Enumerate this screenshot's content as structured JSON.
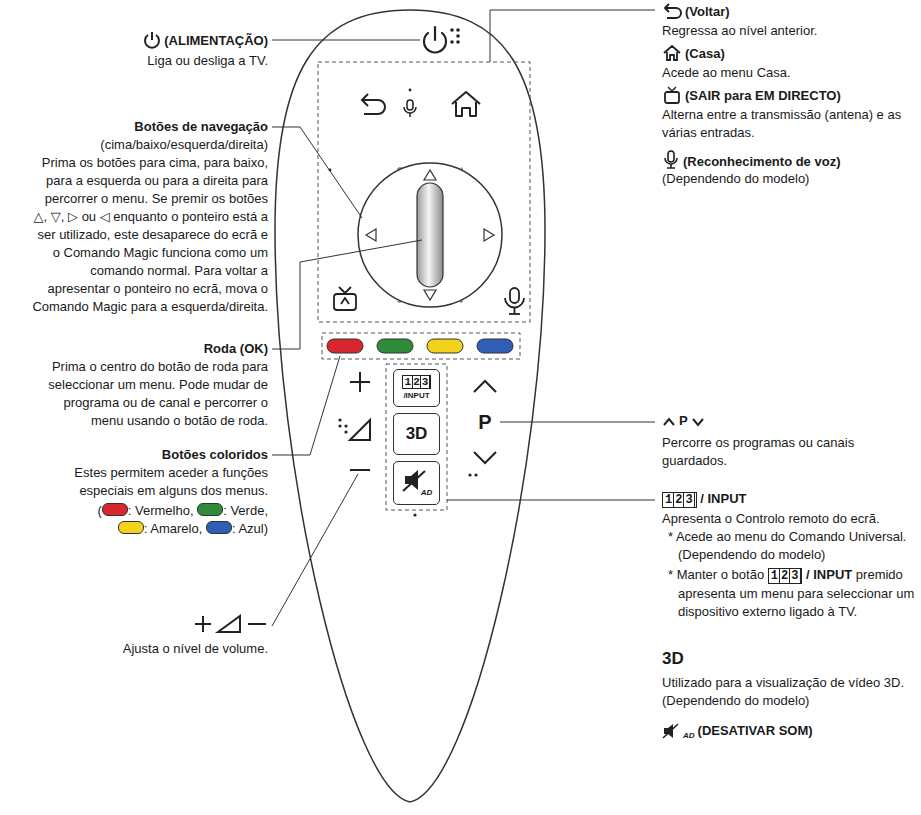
{
  "diagram": {
    "nodes": [
      {
        "text": [
          "123",
          "/INPUT"
        ]
      },
      {
        "text": [
          "3D"
        ]
      },
      {
        "text": [
          "P"
        ]
      },
      {
        "text": [
          "AD"
        ]
      }
    ],
    "labels": [
      "(ALIMENTAÇÃO)",
      "Liga ou desliga a TV.",
      "Botões de navegação",
      "(cima/baixo/esquerda/direita)",
      "Prima os botões para cima, para baixo, para a esquerda ou para a direita para percorrer o menu. Se premir os botões △, ▽, ▷ ou ◁ enquanto o ponteiro está a ser utilizado, este desaparece do ecrã e o Comando Magic funciona como um comando normal. Para voltar a apresentar o ponteiro no ecrã, mova o Comando Magic para a esquerda/direita.",
      "Roda (OK)",
      "Prima o centro do botão de roda para seleccionar um menu. Pode mudar de programa ou de canal e percorrer o menu usando o botão de roda.",
      "Botões coloridos",
      "Estes permitem aceder a funções especiais em alguns dos menus.",
      "(",
      "Ajusta o nível de volume.",
      "(Voltar)",
      "Regressa ao nível anterior.",
      "(Casa)",
      "Acede ao menu Casa.",
      "(SAIR para EM DIRECTO)",
      "Alterna entre a transmissão (antena) e as várias entradas.",
      "(Reconhecimento de voz)",
      "(Dependendo do modelo)",
      "P",
      "Percorre os programas ou canais guardados.",
      "123",
      "/ INPUT",
      "Apresenta o Controlo remoto do ecrã.",
      "* Acede ao menu do Comando Universal. (Dependendo do modelo)",
      "* Manter o botão",
      "123",
      "/ INPUT",
      "premido apresenta um menu para seleccionar um dispositivo externo ligado à TV.",
      "3D",
      "Utilizado para a visualização de vídeo 3D.(Dependendo do modelo)",
      "AD",
      "(DESATIVAR SOM)"
    ],
    "legend": [
      {
        "text": ": Vermelho,",
        "color": "#d7262e"
      },
      {
        "text": ": Verde,",
        "color": "#2e8b3a"
      },
      {
        "text": ": Amarelo,",
        "color": "#f2d21b"
      },
      {
        "text": ": Azul)",
        "color": "#2f5fb5"
      }
    ]
  }
}
